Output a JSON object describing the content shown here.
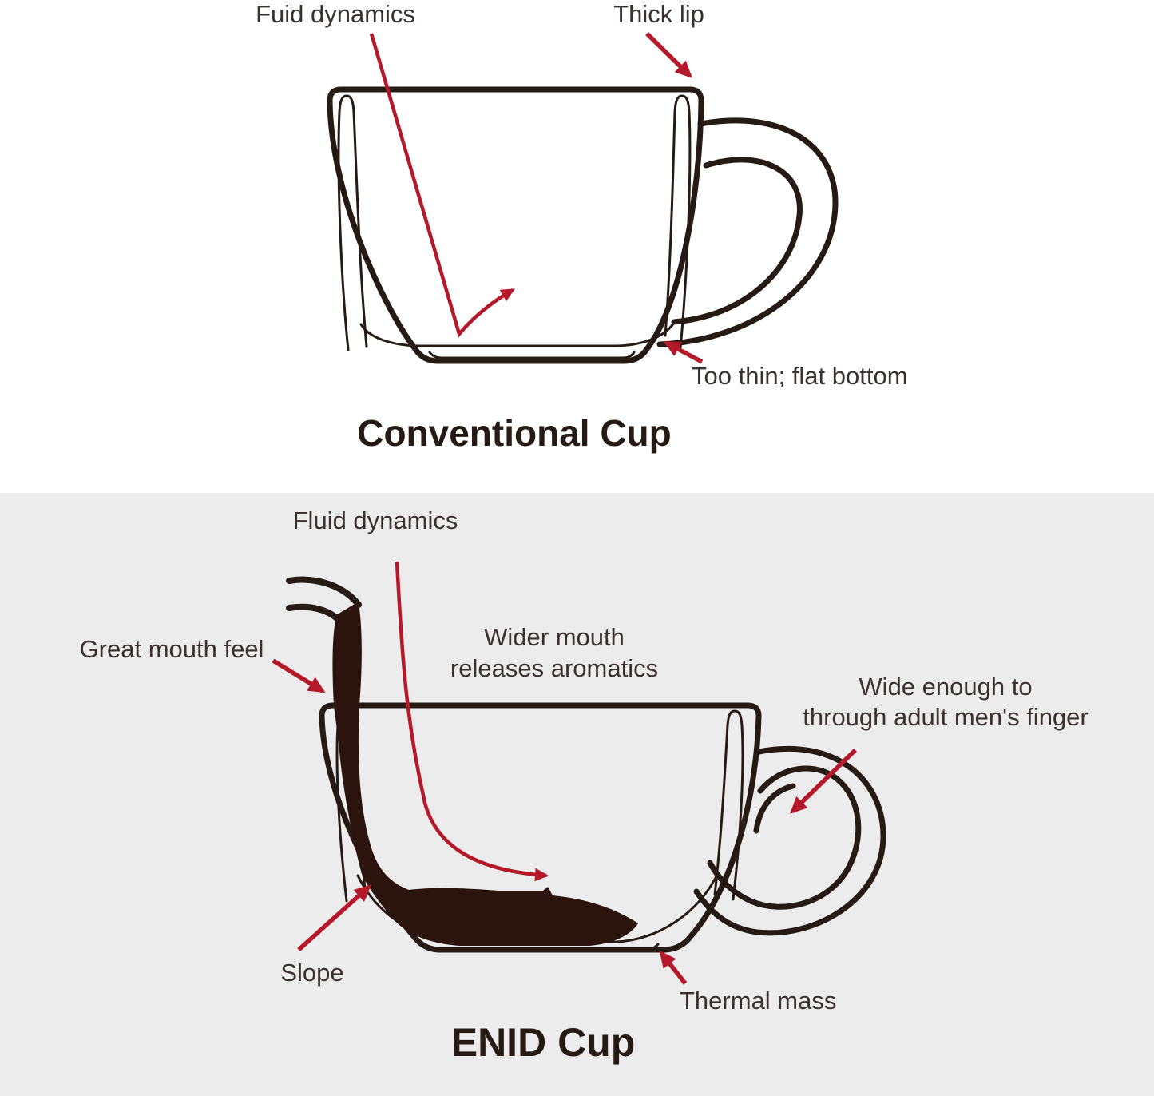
{
  "palette": {
    "ink": "#251a14",
    "red": "#b51829",
    "coffee": "#2a140d",
    "text": "#3a3231",
    "section_bg": "#ececec",
    "white": "#ffffff"
  },
  "conventional": {
    "title": "Conventional Cup",
    "labels": {
      "fluid_dynamics": "Fuid dynamics",
      "thick_lip": "Thick lip",
      "too_thin": "Too thin; flat bottom"
    }
  },
  "enid": {
    "title": "ENID Cup",
    "labels": {
      "fluid_dynamics": "Fluid dynamics",
      "great_mouth_feel": "Great mouth feel",
      "wider_mouth_line1": "Wider mouth",
      "wider_mouth_line2": "releases aromatics",
      "wide_enough_line1": "Wide enough to",
      "wide_enough_line2": "through adult men's finger",
      "slope": "Slope",
      "thermal_mass": "Thermal mass"
    }
  }
}
